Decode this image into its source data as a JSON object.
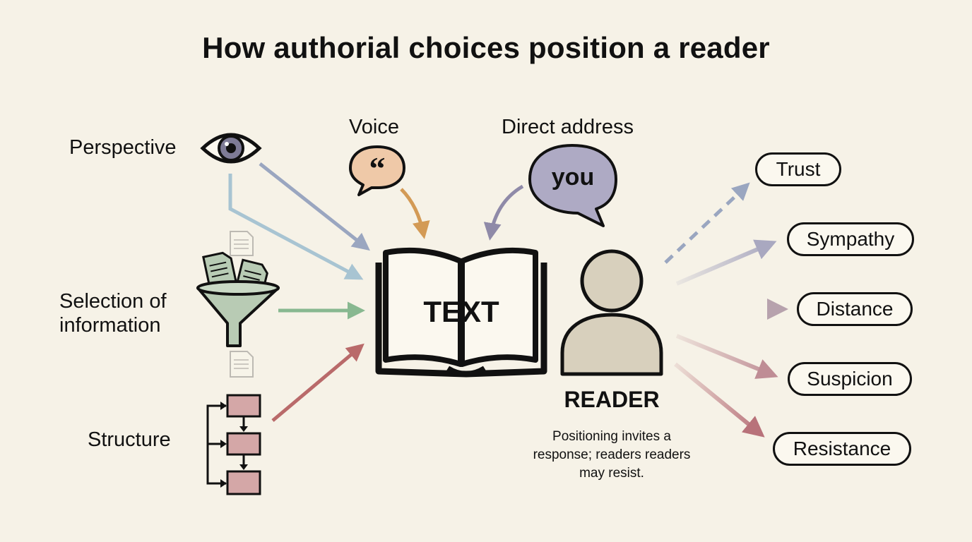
{
  "title": "How authorial choices position a reader",
  "sources": {
    "perspective": "Perspective",
    "selection": "Selection of information",
    "structure": "Structure",
    "voice": "Voice",
    "direct_address": "Direct address"
  },
  "speech_bubbles": {
    "voice_glyph": "“",
    "direct_address_word": "you"
  },
  "book_label": "TEXT",
  "reader": {
    "label": "READER",
    "note": "Positioning invites a response; readers readers may resist."
  },
  "responses": [
    "Trust",
    "Sympathy",
    "Distance",
    "Suspicion",
    "Resistance"
  ],
  "colors": {
    "background": "#f6f2e7",
    "perspective_arrow": "#9aa6c0",
    "perspective_line": "#a8c4d2",
    "selection_arrow": "#88b890",
    "structure_arrow": "#b96a6a",
    "voice_arrow": "#d39a55",
    "direct_address_arrow": "#8f8aa8",
    "voice_bubble": "#efc9a8",
    "direct_bubble": "#aeaac4",
    "funnel": "#b8cbb4",
    "reader": "#d8d0bd",
    "structure_box": "#d4a7a7"
  },
  "icons": [
    "eye-icon",
    "quote-bubble-icon",
    "you-bubble-icon",
    "funnel-icon",
    "document-icon",
    "flowchart-icon",
    "book-icon",
    "person-icon"
  ]
}
